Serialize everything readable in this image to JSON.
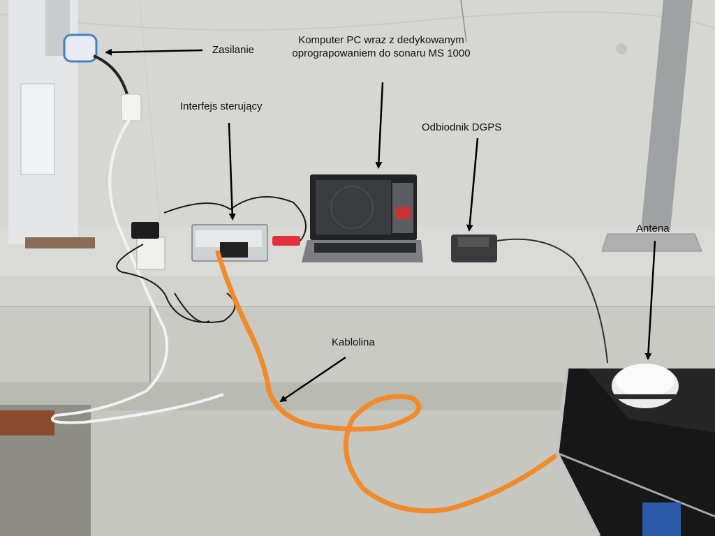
{
  "annotations": {
    "power": "Zasilanie",
    "interface": "Interfejs sterujący",
    "computer": "Komputer PC wraz z dedykowanym oprograpowaniem do sonaru MS 1000",
    "dgps": "Odbiodnik DGPS",
    "antenna": "Antena",
    "cable": "Kablolina"
  },
  "colors": {
    "wall": "#d6d6d2",
    "ledge": "#d9dad5",
    "pavement": "#c9c9c3",
    "cable_orange": "#f08a2a",
    "case_black": "#1a1a1a",
    "arrow": "#000000"
  }
}
